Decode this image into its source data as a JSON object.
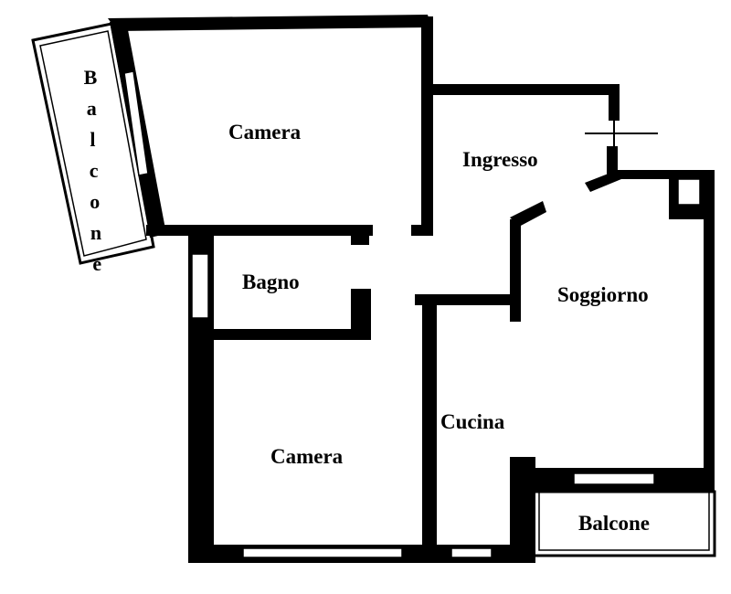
{
  "colors": {
    "wall": "#000000",
    "background": "#ffffff"
  },
  "rooms": {
    "camera_top": "Camera",
    "balcone_left": "Balcone",
    "ingresso": "Ingresso",
    "bagno": "Bagno",
    "soggiorno": "Soggiorno",
    "cucina": "Cucina",
    "camera_bottom": "Camera",
    "balcone_bottom": "Balcone"
  }
}
